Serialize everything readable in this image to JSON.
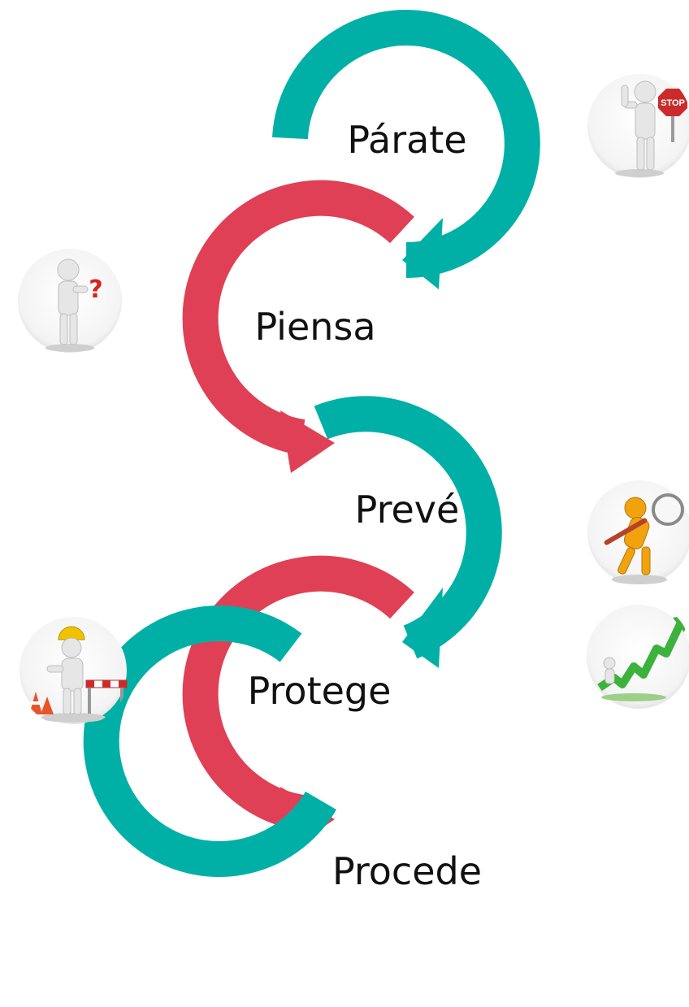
{
  "colors": {
    "teal": "#00b0a6",
    "red": "#e04055",
    "figure": "#e6e6e6",
    "stop_sign": "#cc2b2b",
    "question": "#d8231f",
    "helmet": "#f2c200",
    "gold": "#f0a20f",
    "cone": "#e8542a",
    "growth_arrow": "#3cb23c"
  },
  "steps": [
    {
      "label": "Párate",
      "color": "teal",
      "icon": "stop-figure-icon"
    },
    {
      "label": "Piensa",
      "color": "red",
      "icon": "thinking-figure-icon"
    },
    {
      "label": "Prevé",
      "color": "teal",
      "icon": "magnifier-figure-icon"
    },
    {
      "label": "Protege",
      "color": "red",
      "icon": "safety-worker-icon"
    },
    {
      "label": "Procede",
      "color": "teal",
      "icon": "growth-arrow-icon"
    }
  ],
  "icons": {
    "stop_sign_text": "STOP"
  }
}
